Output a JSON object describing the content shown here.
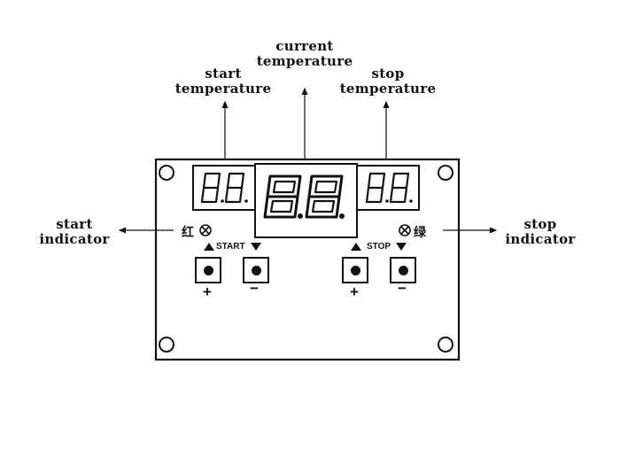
{
  "labels": {
    "current_temperature": [
      "current",
      "temperature"
    ],
    "start_temperature": [
      "start",
      "temperature"
    ],
    "stop_temperature": [
      "stop",
      "temperature"
    ],
    "start_indicator": [
      "start",
      "indicator"
    ],
    "stop_indicator": [
      "stop",
      "indicator"
    ]
  },
  "board": {
    "start_button_label": "START",
    "stop_button_label": "STOP",
    "red_char": "红",
    "green_char": "绿",
    "plus": "+",
    "minus": "−"
  },
  "icons": {
    "up": "up-arrow-icon",
    "down": "down-arrow-icon",
    "lamp": "indicator-lamp-icon"
  },
  "colors": {
    "ink": "#111111",
    "background": "#ffffff"
  }
}
